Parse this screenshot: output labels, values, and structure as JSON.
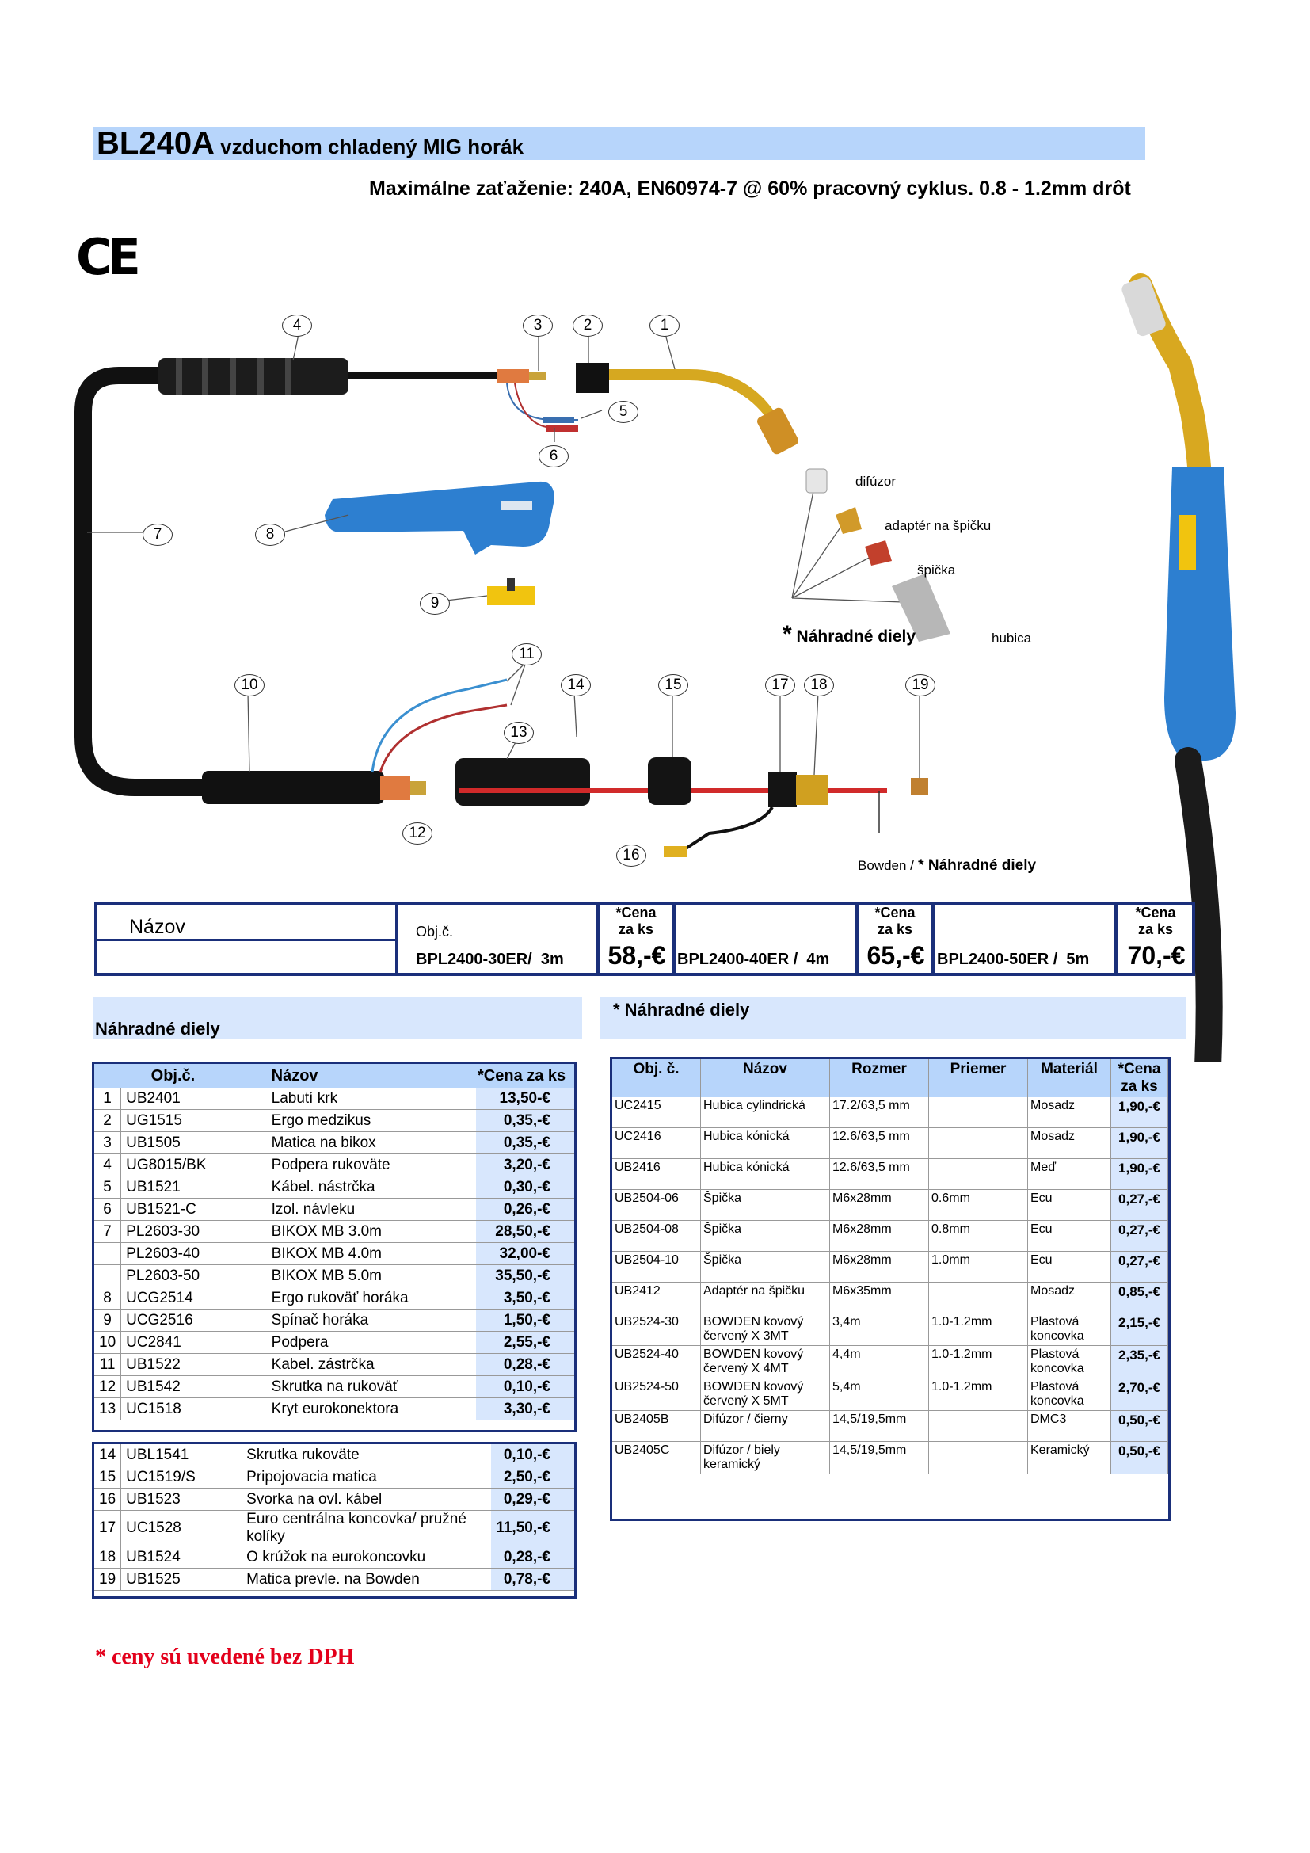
{
  "header": {
    "title_model": "BL240A",
    "title_rest": " vzduchom chladený MIG horák",
    "subtitle": "Maximálne zaťaženie: 240A, EN60974-7 @ 60% pracovný cyklus. 0.8 - 1.2mm drôt",
    "ce_mark": "CE"
  },
  "diagram": {
    "callouts": [
      "1",
      "2",
      "3",
      "4",
      "5",
      "6",
      "7",
      "8",
      "9",
      "10",
      "11",
      "12",
      "13",
      "14",
      "15",
      "16",
      "17",
      "18",
      "19"
    ],
    "labels": {
      "difuzor": "difúzor",
      "adapter": "adaptér na špičku",
      "spicka": "špička",
      "nahradne_star": "*",
      "nahradne": " Náhradné diely",
      "hubica": "hubica",
      "bowden": "Bowden /",
      "bowden_nahradne": " * Náhradné diely"
    }
  },
  "price_table": {
    "name_label": "Názov",
    "objc_label": "Obj.č.",
    "price_label_1": "*Cena",
    "price_label_2": "za ks",
    "items": [
      {
        "code": "BPL2400-30ER/  3m",
        "price": "58,-€"
      },
      {
        "code": "BPL2400-40ER /  4m",
        "price": "65,-€"
      },
      {
        "code": "BPL2400-50ER /  5m",
        "price": "70,-€"
      }
    ]
  },
  "parts": {
    "section_title": "Náhradné diely",
    "headers": {
      "objc": "Obj.č.",
      "name": "Názov",
      "price": "*Cena za ks"
    },
    "rows": [
      {
        "n": "1",
        "code": "UB2401",
        "name": "Labutí krk",
        "price": "13,50-€"
      },
      {
        "n": "2",
        "code": "UG1515",
        "name": "Ergo medzikus",
        "price": "0,35,-€"
      },
      {
        "n": "3",
        "code": "UB1505",
        "name": "Matica na bikox",
        "price": "0,35,-€"
      },
      {
        "n": "4",
        "code": "UG8015/BK",
        "name": "Podpera rukoväte",
        "price": "3,20,-€"
      },
      {
        "n": "5",
        "code": "UB1521",
        "name": "Kábel. nástrčka",
        "price": "0,30,-€"
      },
      {
        "n": "6",
        "code": "UB1521-C",
        "name": "Izol. návleku",
        "price": "0,26,-€"
      },
      {
        "n": "7",
        "code": "PL2603-30",
        "name": "BIKOX  MB 3.0m",
        "price": "28,50,-€"
      },
      {
        "n": "",
        "code": "PL2603-40",
        "name": "BIKOX MB 4.0m",
        "price": "32,00-€"
      },
      {
        "n": "",
        "code": "PL2603-50",
        "name": "BIKOX MB 5.0m",
        "price": "35,50,-€"
      },
      {
        "n": "8",
        "code": "UCG2514",
        "name": "Ergo rukoväť horáka",
        "price": "3,50,-€"
      },
      {
        "n": "9",
        "code": "UCG2516",
        "name": "Spínač horáka",
        "price": "1,50,-€"
      },
      {
        "n": "10",
        "code": "UC2841",
        "name": "Podpera",
        "price": "2,55,-€"
      },
      {
        "n": "11",
        "code": "UB1522",
        "name": "Kabel. zástrčka",
        "price": "0,28,-€"
      },
      {
        "n": "12",
        "code": "UB1542",
        "name": "Skrutka na rukoväť",
        "price": "0,10,-€"
      },
      {
        "n": "13",
        "code": "UC1518",
        "name": "Kryt eurokonektora",
        "price": "3,30,-€"
      }
    ],
    "rows2": [
      {
        "n": "14",
        "code": "UBL1541",
        "name": "Skrutka rukoväte",
        "price": "0,10,-€"
      },
      {
        "n": "15",
        "code": "UC1519/S",
        "name": "Pripojovacia matica",
        "price": "2,50,-€"
      },
      {
        "n": "16",
        "code": "UB1523",
        "name": "Svorka na ovl. kábel",
        "price": "0,29,-€"
      },
      {
        "n": "17",
        "code": "UC1528",
        "name": "Euro centrálna koncovka/ pružné kolíky",
        "price": "11,50,-€"
      },
      {
        "n": "18",
        "code": "UB1524",
        "name": "O krúžok na eurokoncovku",
        "price": "0,28,-€"
      },
      {
        "n": "19",
        "code": "UB1525",
        "name": "Matica prevle. na Bowden",
        "price": "0,78,-€"
      }
    ]
  },
  "spare": {
    "section_title": "* Náhradné diely",
    "headers": {
      "objc": "Obj. č.",
      "name": "Názov",
      "size": "Rozmer",
      "diam": "Priemer",
      "mat": "Materiál",
      "price": "*Cena za ks"
    },
    "rows": [
      {
        "code": "UC2415",
        "name": "Hubica cylindrická",
        "size": "17.2/63,5 mm",
        "diam": "",
        "mat": "Mosadz",
        "price": "1,90,-€"
      },
      {
        "code": "UC2416",
        "name": "Hubica kónická",
        "size": "12.6/63,5 mm",
        "diam": "",
        "mat": "Mosadz",
        "price": "1,90,-€"
      },
      {
        "code": "UB2416",
        "name": "Hubica kónická",
        "size": "12.6/63,5 mm",
        "diam": "",
        "mat": "Meď",
        "price": "1,90,-€"
      },
      {
        "code": "UB2504-06",
        "name": "Špička",
        "size": "M6x28mm",
        "diam": "0.6mm",
        "mat": "Ecu",
        "price": "0,27,-€"
      },
      {
        "code": "UB2504-08",
        "name": "Špička",
        "size": "M6x28mm",
        "diam": "0.8mm",
        "mat": "Ecu",
        "price": "0,27,-€"
      },
      {
        "code": "UB2504-10",
        "name": "Špička",
        "size": "M6x28mm",
        "diam": "1.0mm",
        "mat": "Ecu",
        "price": "0,27,-€"
      },
      {
        "code": "UB2412",
        "name": "Adaptér na špičku",
        "size": "M6x35mm",
        "diam": "",
        "mat": "Mosadz",
        "price": "0,85,-€"
      },
      {
        "code": "UB2524-30",
        "name": "BOWDEN kovový červený X 3MT",
        "size": "3,4m",
        "diam": "1.0-1.2mm",
        "mat": "Plastová koncovka",
        "price": "2,15,-€"
      },
      {
        "code": "UB2524-40",
        "name": "BOWDEN kovový červený X 4MT",
        "size": "4,4m",
        "diam": "1.0-1.2mm",
        "mat": "Plastová koncovka",
        "price": "2,35,-€"
      },
      {
        "code": "UB2524-50",
        "name": "BOWDEN  kovový červený  X 5MT",
        "size": "5,4m",
        "diam": "1.0-1.2mm",
        "mat": "Plastová koncovka",
        "price": "2,70,-€"
      },
      {
        "code": "UB2405B",
        "name": "Difúzor / čierny",
        "size": "14,5/19,5mm",
        "diam": "",
        "mat": "DMC3",
        "price": "0,50,-€"
      },
      {
        "code": "UB2405C",
        "name": "Difúzor / biely keramický",
        "size": "14,5/19,5mm",
        "diam": "",
        "mat": "Keramický",
        "price": "0,50,-€"
      }
    ]
  },
  "footer": "* ceny sú uvedené bez DPH",
  "colors": {
    "header_blue": "#b7d5fb",
    "light_blue": "#d8e7fd",
    "frame_navy": "#1a2f7a",
    "footer_red": "#e3001b",
    "torch_blue": "#2d7fd0"
  }
}
